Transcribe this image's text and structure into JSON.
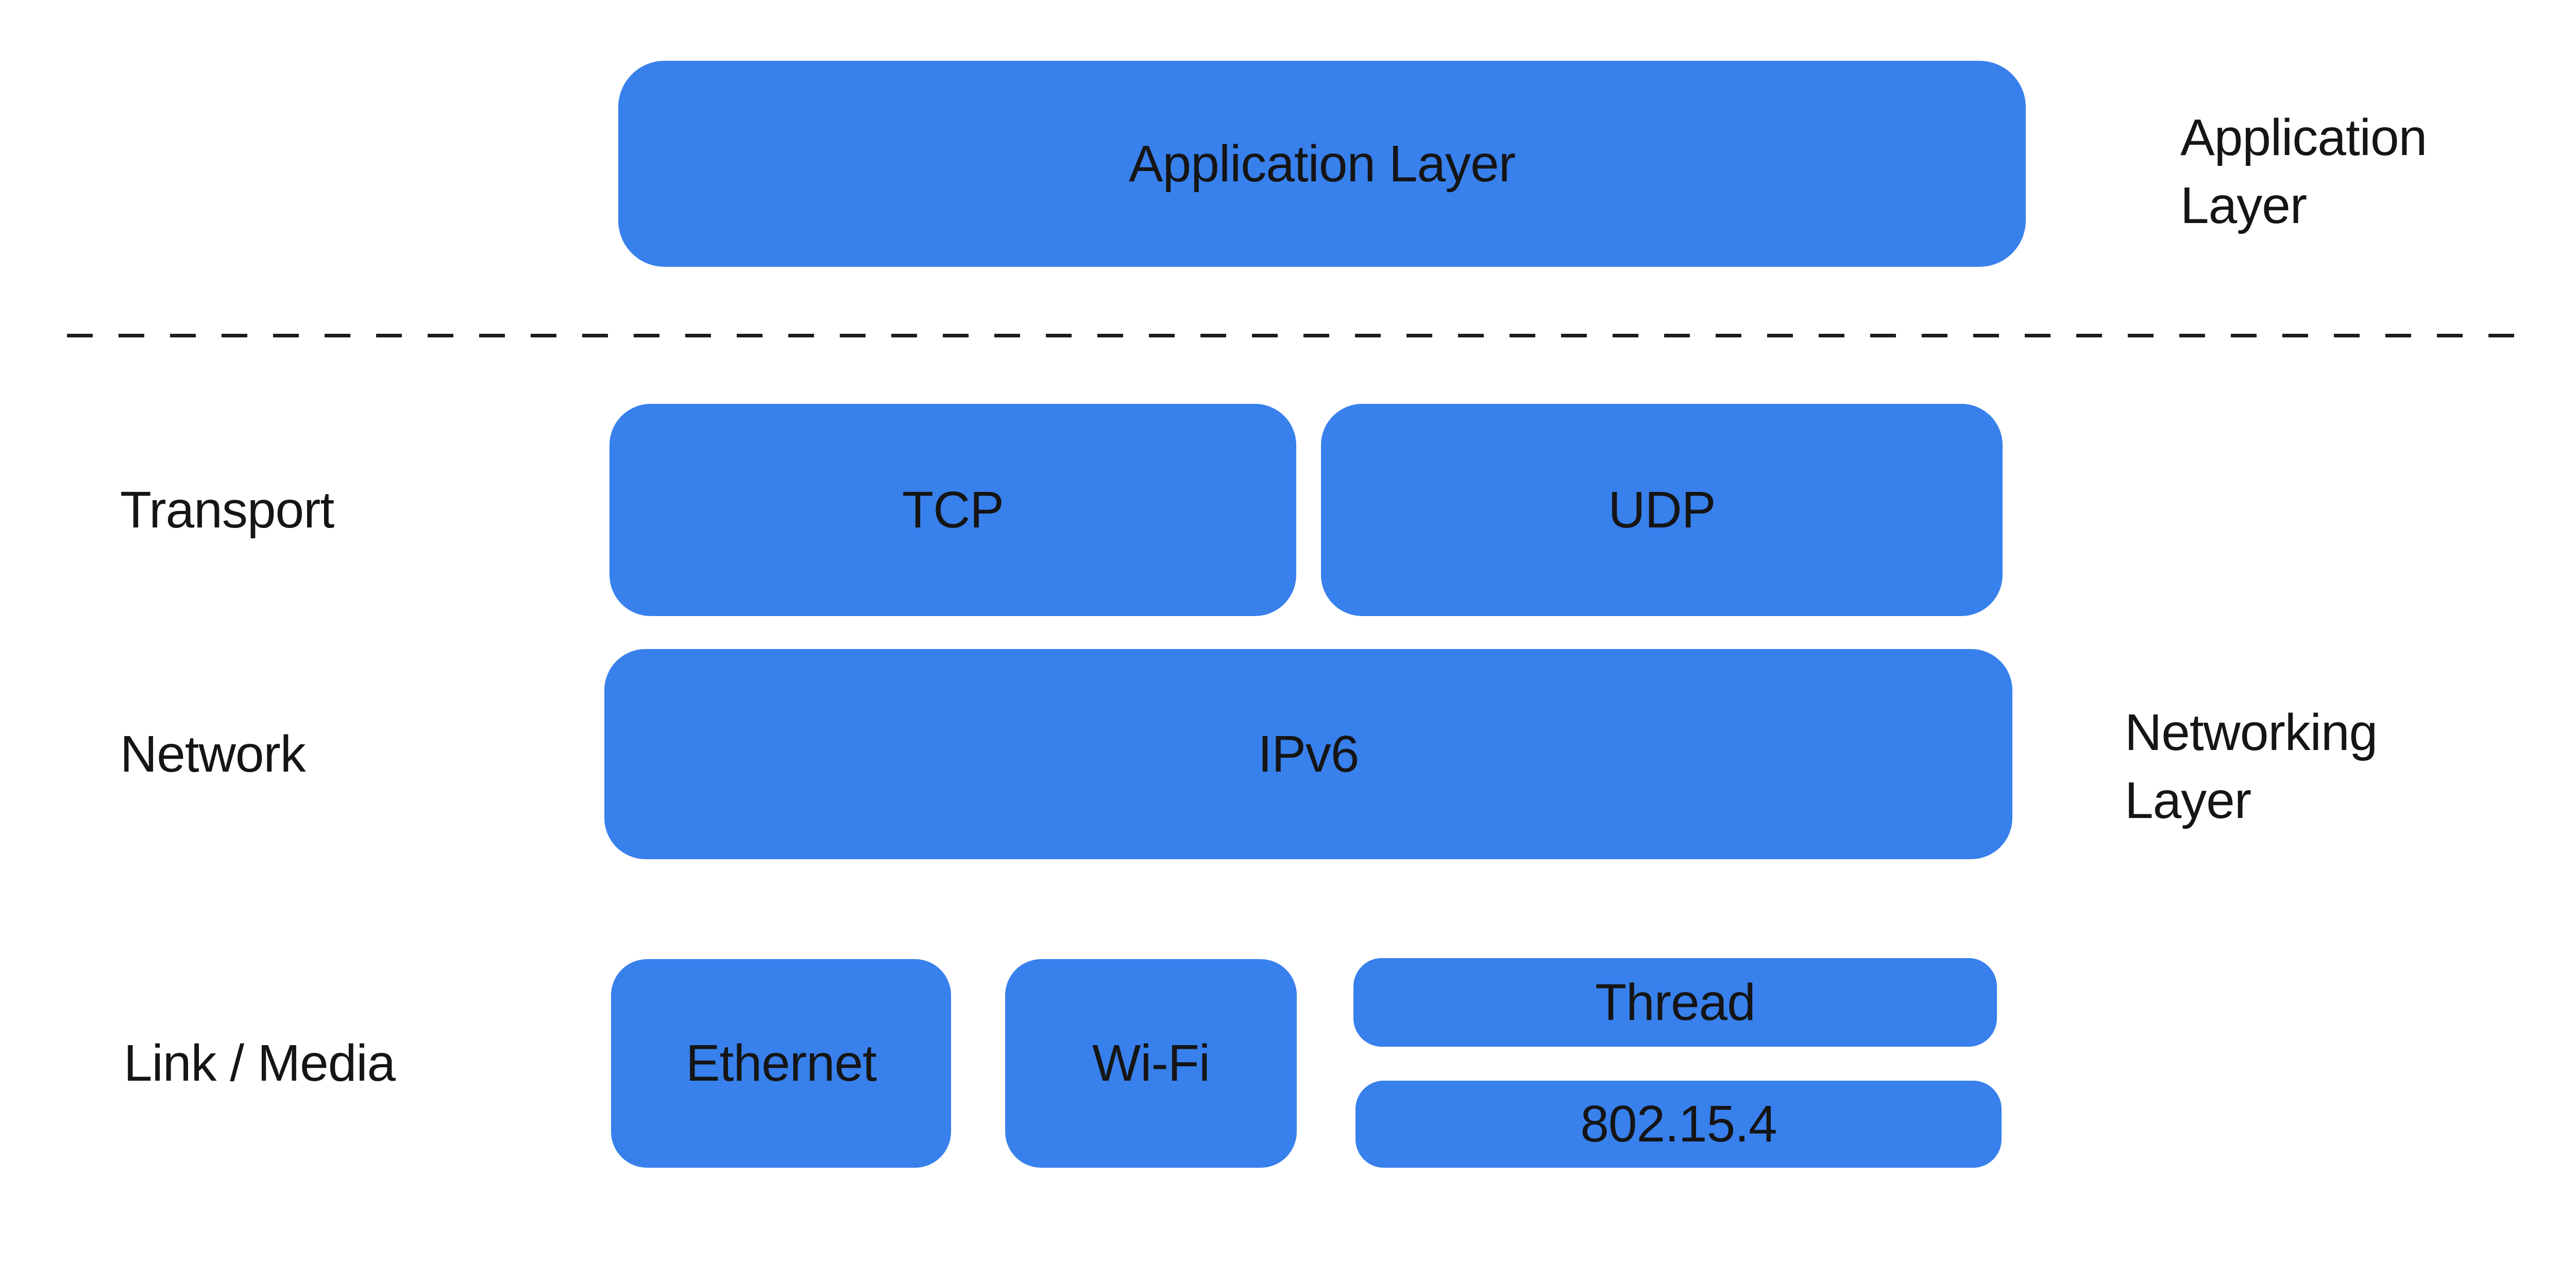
{
  "colors": {
    "accent": "#3880EC",
    "ink": "#151515",
    "bg": "#FFFFFF"
  },
  "stack": {
    "application_box": "Application Layer",
    "transport_label": "Transport",
    "tcp_box": "TCP",
    "udp_box": "UDP",
    "network_label": "Network",
    "ipv6_box": "IPv6",
    "link_media_label": "Link / Media",
    "ethernet_box": "Ethernet",
    "wifi_box": "Wi-Fi",
    "thread_box": "Thread",
    "ieee_802_15_4_box": "802.15.4"
  },
  "side_labels": {
    "application": {
      "line1": "Application",
      "line2": "Layer"
    },
    "networking": {
      "line1": "Networking",
      "line2": "Layer"
    }
  }
}
